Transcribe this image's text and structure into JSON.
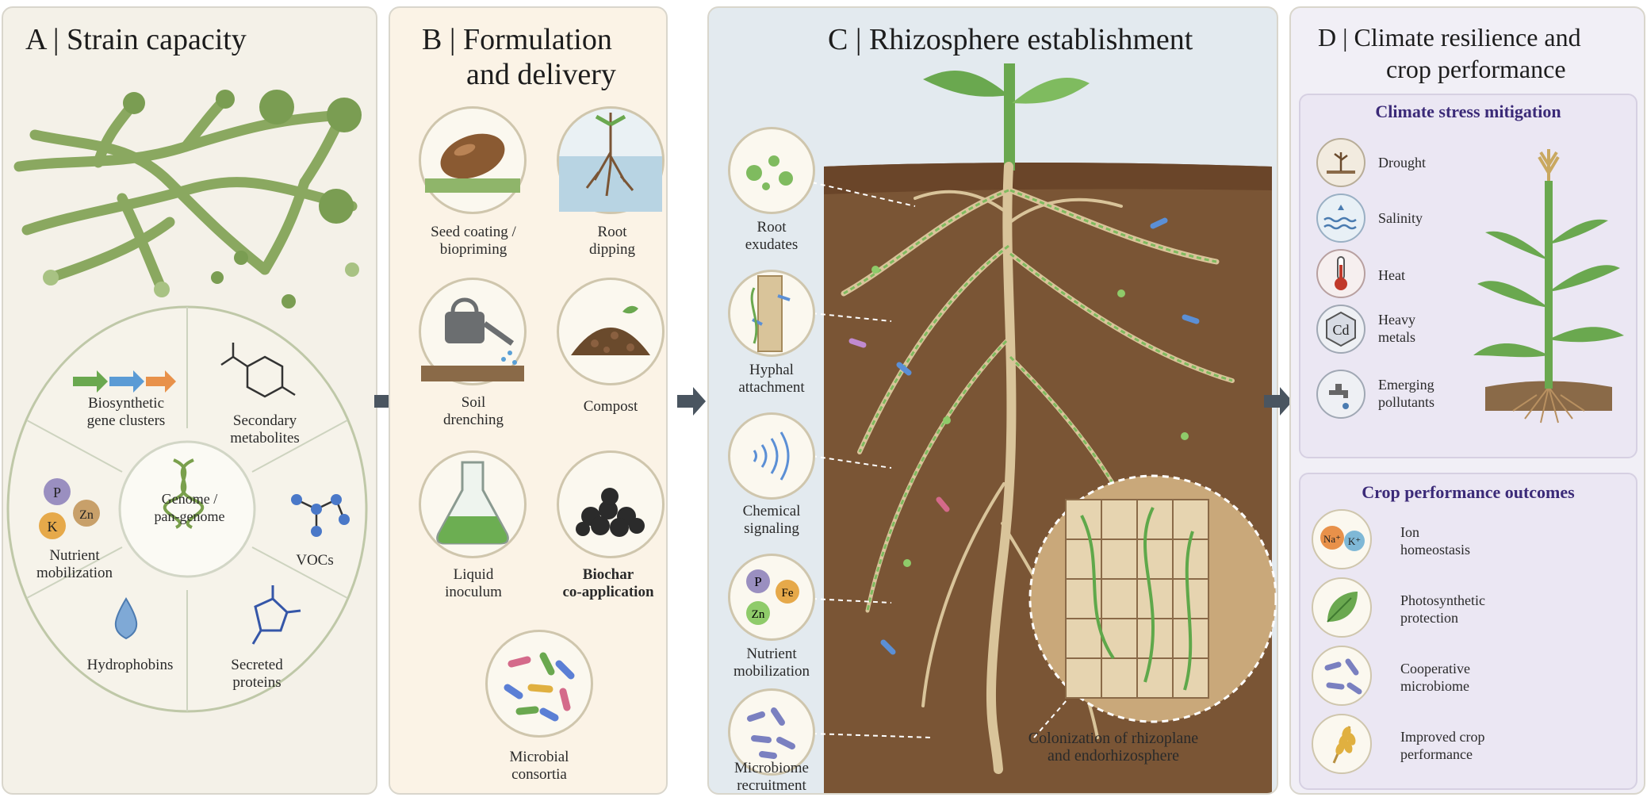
{
  "panel_a": {
    "title": "A | Strain capacity",
    "center": "Genome /\npan-genome",
    "segments": {
      "biosynthetic": "Biosynthetic\ngene clusters",
      "secondary": "Secondary\nmetabolites",
      "vocs": "VOCs",
      "secreted": "Secreted\nproteins",
      "hydrophobins": "Hydrophobins",
      "nutrient": "Nutrient\nmobilization"
    },
    "elements": [
      "P",
      "Zn",
      "K"
    ]
  },
  "panel_b": {
    "title_line1": "B | Formulation",
    "title_line2": "and delivery",
    "items": {
      "seed": "Seed coating /\nbiopriming",
      "root_dipping": "Root\ndipping",
      "soil": "Soil\ndrenching",
      "compost": "Compost",
      "liquid": "Liquid\ninoculum",
      "biochar": "Biochar\nco-application",
      "consortia": "Microbial\nconsortia"
    }
  },
  "panel_c": {
    "title": "C | Rhizosphere establishment",
    "items": {
      "exudates": "Root\nexudates",
      "hyphal": "Hyphal\nattachment",
      "signaling": "Chemical\nsignaling",
      "nutrient": "Nutrient\nmobilization",
      "recruitment": "Microbiome\nrecruitment"
    },
    "elements": [
      "P",
      "Fe",
      "Zn"
    ],
    "inset_caption": "Colonization of rhizoplane\nand endorhizosphere"
  },
  "panel_d": {
    "title_line1": "D | Climate resilience and",
    "title_line2": "crop performance",
    "stress_heading": "Climate stress mitigation",
    "stress_items": {
      "drought": "Drought",
      "salinity": "Salinity",
      "heat": "Heat",
      "metals": "Heavy\nmetals",
      "pollutants": "Emerging\npollutants"
    },
    "metal_symbol": "Cd",
    "outcome_heading": "Crop performance outcomes",
    "outcome_items": {
      "ion": "Ion\nhomeostasis",
      "photo": "Photosynthetic\nprotection",
      "microbiome": "Cooperative\nmicrobiome",
      "crop": "Improved crop\nperformance"
    },
    "ions": [
      "Na⁺",
      "K⁺"
    ]
  },
  "colors": {
    "fungus": "#8aa860",
    "soil": "#7a5535",
    "root": "#d9c49a",
    "purple_heading": "#3b2a78",
    "arrow": "#4a5560"
  }
}
